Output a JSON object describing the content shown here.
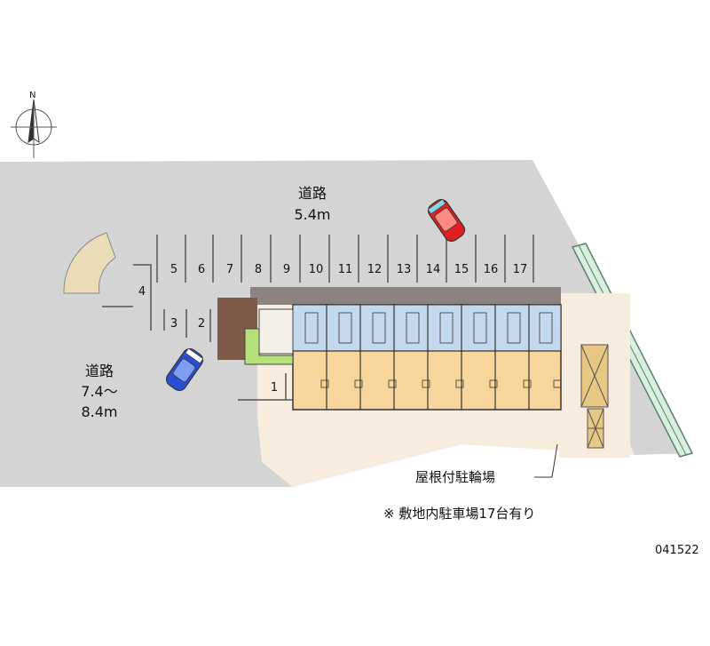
{
  "roads": {
    "north_name": "道路",
    "north_width": "5.4m",
    "west_name": "道路",
    "west_width_1": "7.4～",
    "west_width_2": "8.4m"
  },
  "parking_numbers": [
    "1",
    "2",
    "3",
    "4",
    "5",
    "6",
    "7",
    "8",
    "9",
    "10",
    "11",
    "12",
    "13",
    "14",
    "15",
    "16",
    "17"
  ],
  "bicycle_label": "屋根付駐輪場",
  "note": "※ 敷地内駐車場17台有り",
  "map_code": "041522",
  "compass_label": "N",
  "colors": {
    "road": "#d4d4d4",
    "building": "#f8d59a",
    "lot": "#f8eede",
    "roof": "#8c7f7a",
    "brick": "#7d5a4a",
    "green": "#b6e07a",
    "entrance": "#c8dcf4",
    "red_car": "#e02020",
    "blue_car": "#2a4fd6",
    "hedge": "#c8ecc8"
  }
}
